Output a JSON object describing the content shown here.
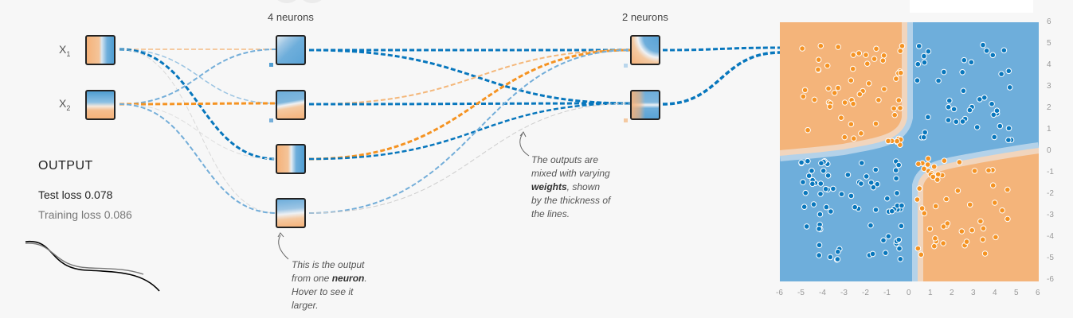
{
  "layers": [
    {
      "label": "4 neurons"
    },
    {
      "label": "2 neurons"
    }
  ],
  "inputs": [
    {
      "name": "X",
      "sub": "1"
    },
    {
      "name": "X",
      "sub": "2"
    }
  ],
  "output": {
    "title": "OUTPUT",
    "test_loss": "Test loss 0.078",
    "training_loss": "Training loss 0.086"
  },
  "notes": {
    "neuron": [
      "This is the output",
      "from one ",
      "neuron",
      ".",
      "Hover to see it",
      "larger."
    ],
    "weights": [
      "The outputs are",
      "mixed with varying",
      "weights",
      ", shown",
      "by the thickness of",
      "the lines."
    ]
  },
  "axis": {
    "x_ticks": [
      "-6",
      "-5",
      "-4",
      "-3",
      "-2",
      "-1",
      "0",
      "1",
      "2",
      "3",
      "4",
      "5",
      "6"
    ],
    "y_ticks": [
      "6",
      "5",
      "4",
      "3",
      "2",
      "1",
      "0",
      "-1",
      "-2",
      "-3",
      "-4",
      "-5",
      "-6"
    ]
  },
  "colors": {
    "orange": "#f59322",
    "blue": "#0877bd",
    "light_orange": "#f4b77a",
    "light_blue": "#74aed9"
  }
}
